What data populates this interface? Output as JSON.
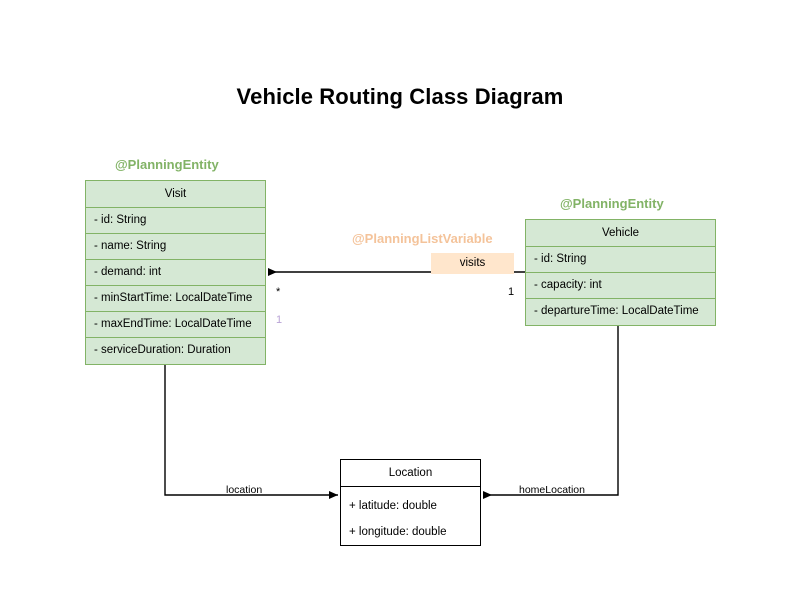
{
  "title": "Vehicle Routing Class Diagram",
  "colors": {
    "entity_fill": "#d5e8d4",
    "entity_border": "#82b366",
    "entity_annotation": "#82b366",
    "listvar_annotation": "#f4c39a",
    "chip_fill": "#ffe6cc",
    "plain_border": "#000000",
    "multiplicity_muted": "#b9a3d6",
    "background": "#ffffff"
  },
  "classes": {
    "visit": {
      "annotation": "@PlanningEntity",
      "name": "Visit",
      "attributes": [
        "- id: String",
        "- name: String",
        "- demand: int",
        "- minStartTime: LocalDateTime",
        "- maxEndTime: LocalDateTime",
        "- serviceDuration: Duration"
      ]
    },
    "vehicle": {
      "annotation": "@PlanningEntity",
      "name": "Vehicle",
      "attributes": [
        "- id: String",
        "- capacity: int",
        "- departureTime: LocalDateTime"
      ]
    },
    "location": {
      "name": "Location",
      "attributes": [
        "+ latitude: double",
        "+ longitude: double"
      ]
    }
  },
  "relations": {
    "visits": {
      "annotation": "@PlanningListVariable",
      "label": "visits",
      "source_multiplicity": "1",
      "target_multiplicity": "*",
      "extra_multiplicity": "1"
    },
    "visit_location": {
      "label": "location"
    },
    "vehicle_home_location": {
      "label": "homeLocation"
    }
  }
}
